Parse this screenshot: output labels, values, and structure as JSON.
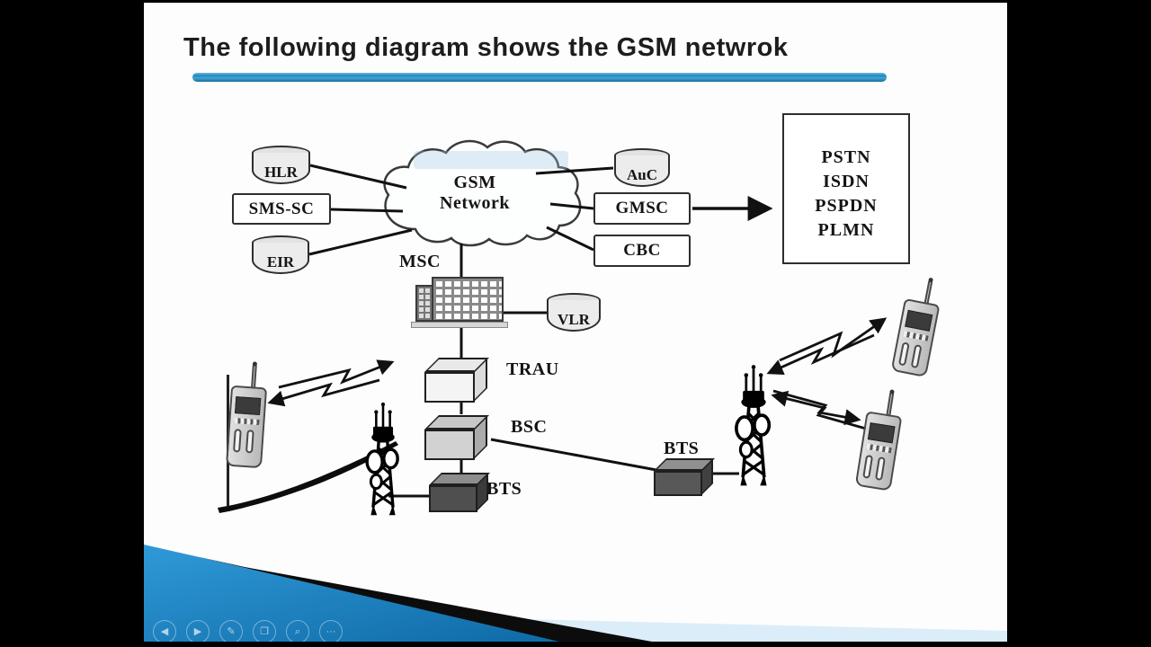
{
  "slide": {
    "title": "The following diagram shows the GSM netwrok"
  },
  "diagram": {
    "cloud": {
      "line1": "GSM",
      "line2": "Network"
    },
    "hlr": "HLR",
    "sms_sc": "SMS-SC",
    "eir": "EIR",
    "auc": "AuC",
    "gmsc": "GMSC",
    "cbc": "CBC",
    "msc": "MSC",
    "vlr": "VLR",
    "trau": "TRAU",
    "bsc": "BSC",
    "bts_left": "BTS",
    "bts_right": "BTS",
    "external_networks": [
      "PSTN",
      "ISDN",
      "PSPDN",
      "PLMN"
    ]
  },
  "controls": {
    "items": [
      {
        "name": "previous-slide",
        "glyph": "◀"
      },
      {
        "name": "next-slide",
        "glyph": "▶"
      },
      {
        "name": "pen-tool",
        "glyph": "✎"
      },
      {
        "name": "see-all-slides",
        "glyph": "❐"
      },
      {
        "name": "zoom-slide",
        "glyph": "⌕"
      },
      {
        "name": "more-options",
        "glyph": "···"
      }
    ]
  },
  "colors": {
    "accent_blue": "#1f86bf",
    "pale_blue": "#dbedf8",
    "stripe_black": "#0c0c0c",
    "title_text": "#1d1d1d"
  }
}
